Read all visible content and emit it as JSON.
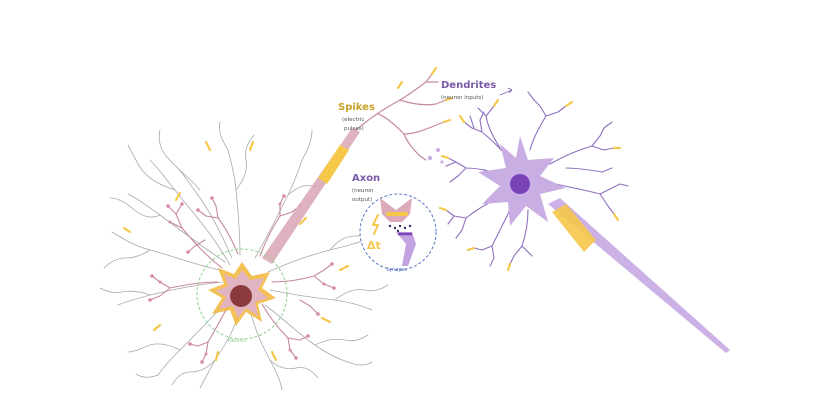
{
  "labels": {
    "spikes_title": "Spikes",
    "spikes_sub1": "(electric",
    "spikes_sub2": "pulses)",
    "axon_title": "Axon",
    "axon_sub1": "(neuron",
    "axon_sub2": "output)",
    "dendrites_title": "Dendrites",
    "dendrites_sub": "(neuron inputs)",
    "delta_t": "Δt",
    "synapse": "Synapse",
    "neuron": "Neuron"
  },
  "colors": {
    "left_body": "#e2b3c1",
    "left_nucleus": "#8a3a3c",
    "left_halo": "#f2b63a",
    "right_body": "#c9aee3",
    "right_nucleus": "#7a44b8",
    "axon_left": "#dcaab8",
    "axon_right": "#c2a3e0",
    "yellow_accent": "#f5c84a",
    "gold_text": "#c9a227",
    "purple_text": "#7a5aa8",
    "circle_blue": "#5b74c7",
    "circle_green": "#8fcf8f",
    "branch_grey": "#9f9f9f",
    "branch_pink": "#c68aa0",
    "branch_purple": "#8e6fc0"
  },
  "icons": [
    "neuron-cell",
    "synapse-icon",
    "spike-bolt-icon"
  ]
}
